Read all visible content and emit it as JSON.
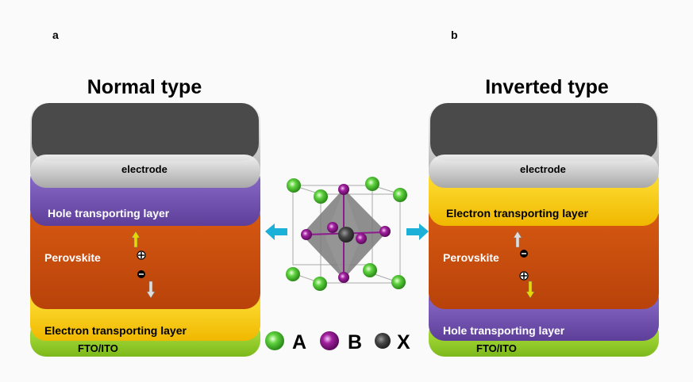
{
  "panels": [
    {
      "letter": "a",
      "title": "Normal type",
      "layers": {
        "electrode": "electrode",
        "upper": "Hole transporting layer",
        "perovskite": "Perovskite",
        "lower": "Electron transporting layer",
        "substrate": "FTO/ITO"
      }
    },
    {
      "letter": "b",
      "title": "Inverted type",
      "layers": {
        "electrode": "electrode",
        "upper": "Electron transporting layer",
        "perovskite": "Perovskite",
        "lower": "Hole transporting layer",
        "substrate": "FTO/ITO"
      }
    }
  ],
  "legend": [
    {
      "label": "A",
      "color": "#3fbf2a"
    },
    {
      "label": "B",
      "color": "#8e1a8e"
    },
    {
      "label": "X",
      "color": "#444444"
    }
  ],
  "colors": {
    "electrode_top": "#4a4a4a",
    "electrode_front": "#d8d8d8",
    "htl": "#7b5bb8",
    "perovskite": "#cf4f0c",
    "etl": "#f7d400",
    "fto": "#9ad12c",
    "arrow": "#1ab0d8"
  }
}
